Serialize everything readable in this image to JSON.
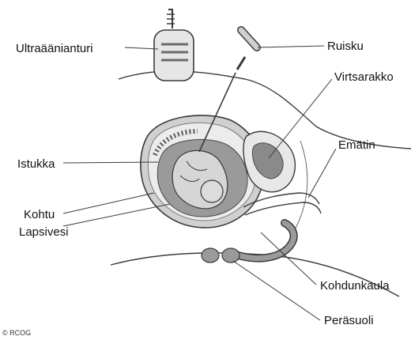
{
  "labels": {
    "ultrasound_probe": "Ultraäänianturi",
    "syringe": "Ruisku",
    "bladder": "Virtsarakko",
    "placenta": "Istukka",
    "vagina": "Emätin",
    "uterus": "Kohtu",
    "amniotic_fluid": "Lapsivesi",
    "cervix": "Kohdunkaula",
    "rectum": "Peräsuoli"
  },
  "copyright": "© RCOG",
  "colors": {
    "background": "#ffffff",
    "outline": "#3a3a3a",
    "tissue_light": "#e6e6e6",
    "tissue_mid": "#bdbdbd",
    "tissue_dark": "#8a8a8a",
    "fetus": "#d4d4d4"
  }
}
